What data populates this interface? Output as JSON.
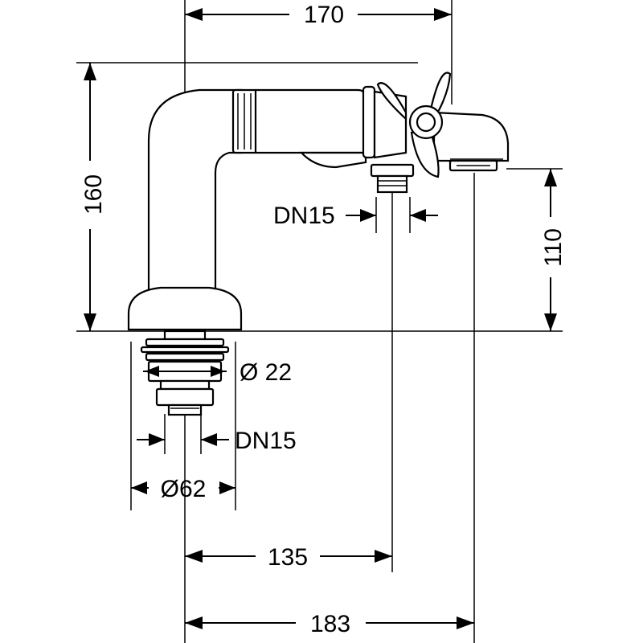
{
  "dimensions": {
    "overall_width": "170",
    "overall_height": "160",
    "spout_height": "110",
    "outlet_connection": "DN15",
    "inlet_diameter": "Ø 22",
    "inlet_connection": "DN15",
    "base_diameter": "Ø62",
    "spout_offset_135": "135",
    "spout_offset_183": "183"
  }
}
